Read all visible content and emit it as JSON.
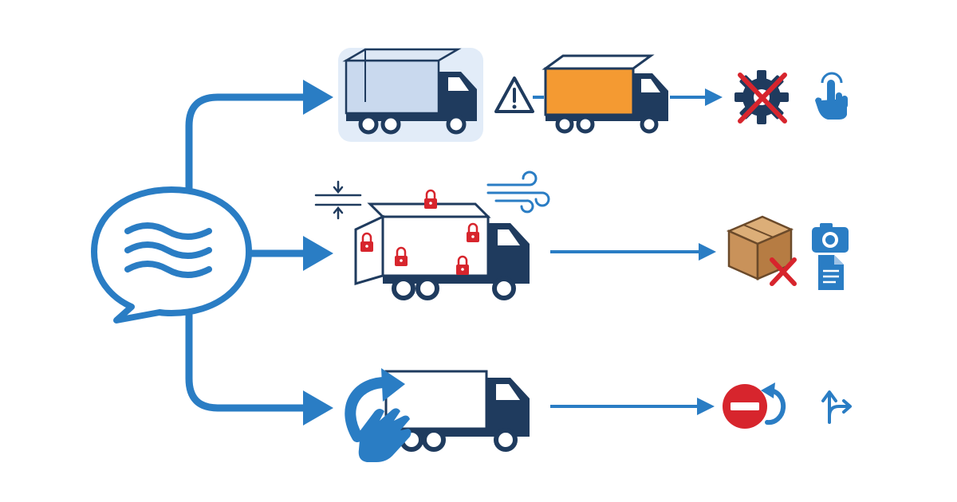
{
  "colors": {
    "primary_blue": "#2a7dc4",
    "navy": "#1f3b5e",
    "light_blue": "#c9d9ee",
    "pale_blue": "#e2ecf8",
    "orange": "#f49a32",
    "red": "#d7252d",
    "cardboard": "#c9925a",
    "white": "#ffffff"
  },
  "diagram": {
    "source": {
      "icon": "speech-bubble-wave-icon"
    },
    "rows": [
      {
        "id": "row-1",
        "truck_icon": "light-blue-truck-icon",
        "extra_icons": [
          "warning-triangle-icon",
          "orange-truck-icon"
        ],
        "outcome_icons": [
          "crossed-gear-icon",
          "tap-hand-icon"
        ]
      },
      {
        "id": "row-2",
        "truck_icon": "open-locked-truck-icon",
        "extra_icons": [
          "compress-arrows-icon",
          "wind-icon",
          "padlock-icon"
        ],
        "outcome_icons": [
          "damaged-box-icon",
          "camera-icon",
          "document-icon"
        ]
      },
      {
        "id": "row-3",
        "truck_icon": "plain-truck-icon",
        "extra_icons": [
          "curved-arrow-icon",
          "hand-icon"
        ],
        "outcome_icons": [
          "no-entry-icon",
          "undo-arrow-icon",
          "fork-arrow-icon"
        ]
      }
    ]
  }
}
